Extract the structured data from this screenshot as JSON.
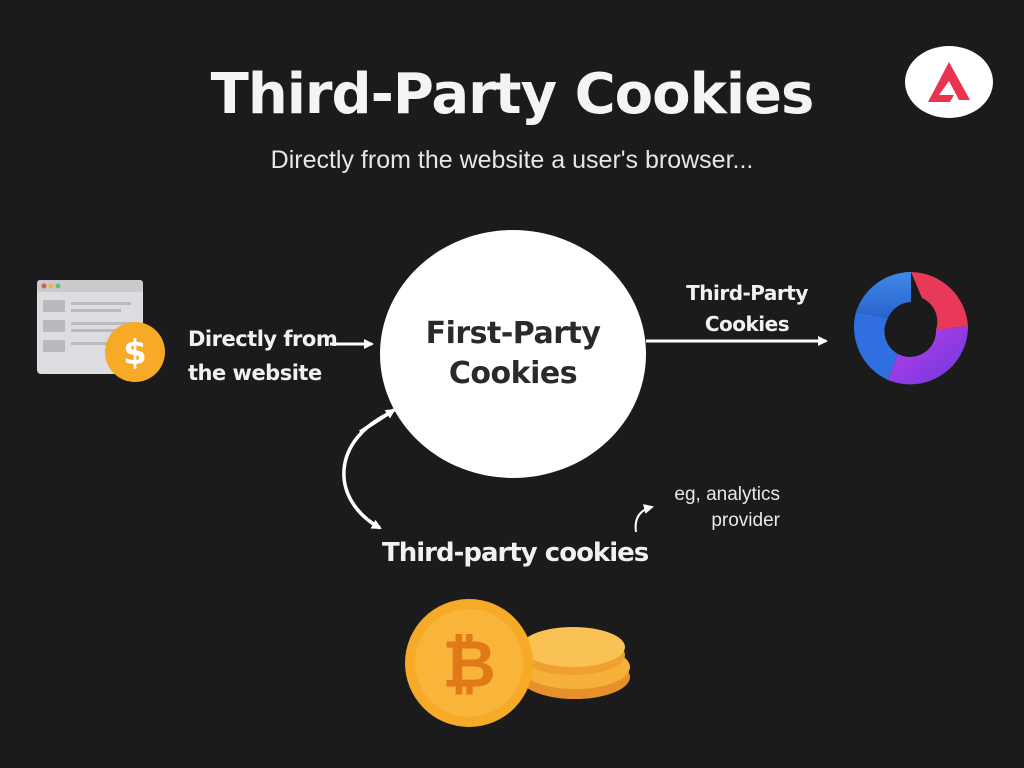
{
  "title": "Third-Party Cookies",
  "subtitle": "Directly from the website a user's browser...",
  "center_node": {
    "line1": "First-Party",
    "line2": "Cookies"
  },
  "left_label": {
    "line1": "Directly from",
    "line2": "the website"
  },
  "right_label": {
    "line1": "Third-Party",
    "line2": "Cookies"
  },
  "bottom_label": "Third-party cookies",
  "note": {
    "line1": "eg, analytics",
    "line2": "provider"
  },
  "icons": {
    "brand": "brand-logo-icon",
    "browser": "browser-window-icon",
    "dollar": "dollar-coin-icon",
    "tracker": "circular-segments-icon",
    "coins": "bitcoin-coins-icon"
  },
  "colors": {
    "background": "#1c1b1c",
    "brand_red": "#e8344e",
    "coin_orange": "#f7a928",
    "ring_blue": "#2f7de0",
    "ring_red": "#e83a58",
    "ring_purple": "#8a3ee0"
  }
}
